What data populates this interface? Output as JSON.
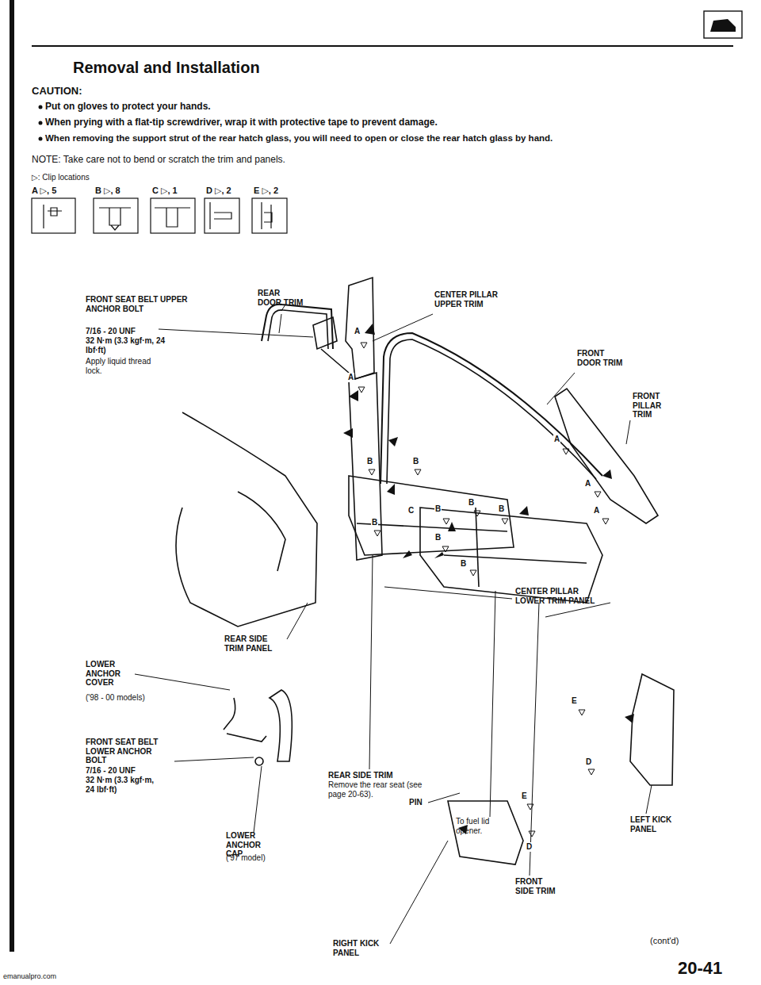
{
  "diagram": {
    "title": "Removal and Installation",
    "labels": [
      "CAUTION:",
      "Put on gloves to protect your hands.",
      "When prying with a flat-tip screwdriver, wrap it with protective tape to prevent damage.",
      "When removing the support strut of the rear hatch glass, you will need to open or close the rear hatch glass by hand.",
      "NOTE: Take care not to bend or scratch the trim and panels.",
      "▷: Clip locations",
      "A ▷, 5",
      "B ▷, 8",
      "C ▷, 1",
      "D ▷, 2",
      "E ▷, 2",
      "FRONT SEAT BELT UPPER ANCHOR BOLT",
      "7/16 - 20 UNF",
      "32 N·m (3.3 kgf·m, 24 lbf·ft)",
      "Apply liquid thread lock.",
      "REAR DOOR TRIM",
      "CENTER PILLAR UPPER TRIM",
      "FRONT DOOR TRIM",
      "FRONT PILLAR TRIM",
      "CENTER PILLAR LOWER TRIM PANEL",
      "REAR SIDE TRIM PANEL",
      "LOWER ANCHOR COVER",
      "('98 - 00 models)",
      "FRONT SEAT BELT LOWER ANCHOR BOLT",
      "7/16 - 20 UNF",
      "32 N·m (3.3 kgf·m, 24 lbf·ft)",
      "REAR SIDE TRIM",
      "Remove the rear seat (see page 20-63).",
      "LOWER ANCHOR CAP",
      "('97 model)",
      "PIN",
      "To fuel lid opener.",
      "FRONT SIDE TRIM",
      "RIGHT KICK PANEL",
      "LEFT KICK PANEL",
      "(cont'd)",
      "20-41",
      "emanualpro.com",
      "A",
      "A",
      "A",
      "A",
      "A",
      "B",
      "B",
      "B",
      "B",
      "B",
      "B",
      "B",
      "B",
      "C",
      "E",
      "E",
      "D",
      "D"
    ]
  }
}
